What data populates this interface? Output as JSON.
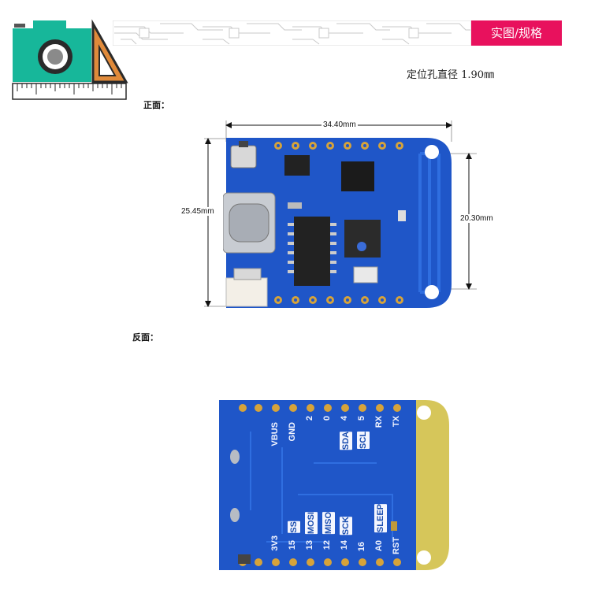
{
  "header": {
    "tag_label": "实图/规格",
    "hole_note": "定位孔直径 1.90㎜"
  },
  "sections": {
    "front_label": "正面：",
    "back_label": "反面："
  },
  "dimensions": {
    "width": "34.40mm",
    "height": "25.45mm",
    "hole_spacing": "20.30mm"
  },
  "back_pins": {
    "top_row": [
      {
        "number": "",
        "name": "VBUS"
      },
      {
        "number": "",
        "name": "GND"
      },
      {
        "number": "2",
        "name": ""
      },
      {
        "number": "0",
        "name": ""
      },
      {
        "number": "4",
        "name": "SDA"
      },
      {
        "number": "5",
        "name": "SCL"
      },
      {
        "number": "",
        "name": "RX"
      },
      {
        "number": "",
        "name": "TX"
      }
    ],
    "bottom_row": [
      {
        "number": "",
        "name": "3V3"
      },
      {
        "number": "15",
        "name": "SS"
      },
      {
        "number": "13",
        "name": "MOSI"
      },
      {
        "number": "12",
        "name": "MISO"
      },
      {
        "number": "14",
        "name": "SCK"
      },
      {
        "number": "16",
        "name": "SLEEP"
      },
      {
        "number": "A0",
        "name": ""
      },
      {
        "number": "",
        "name": "RST"
      }
    ]
  },
  "colors": {
    "pcb_blue": "#1f56c8",
    "tag_bg": "#e8115d",
    "logo_teal": "#17b79a",
    "logo_orange": "#e08a3a"
  }
}
